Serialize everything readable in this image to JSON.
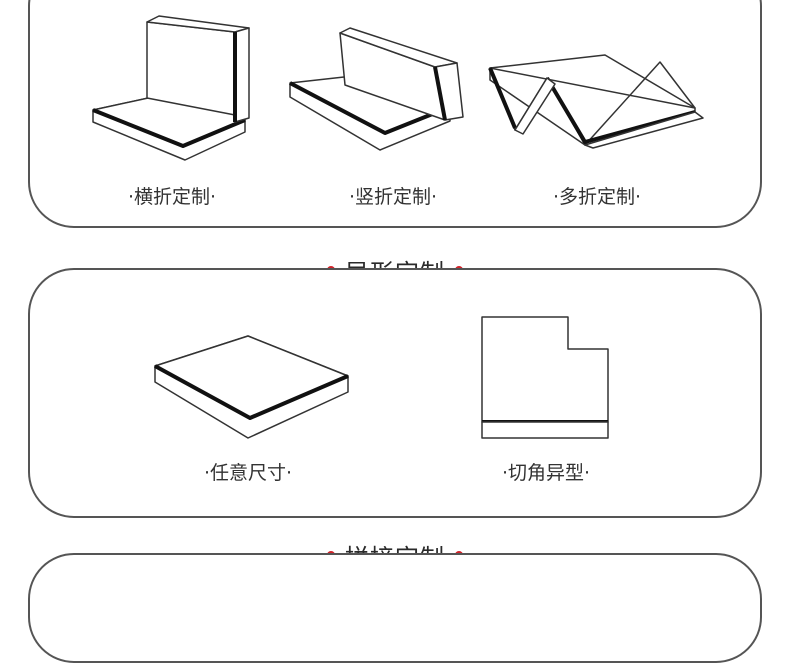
{
  "colors": {
    "accent": "#d2232a",
    "border": "#555555",
    "outline": "#333333"
  },
  "fold_section": {
    "items": [
      {
        "label": "·横折定制·",
        "icon": "horizontal-fold-mattress-icon"
      },
      {
        "label": "·竖折定制·",
        "icon": "vertical-fold-mattress-icon"
      },
      {
        "label": "·多折定制·",
        "icon": "multi-fold-mattress-icon"
      }
    ]
  },
  "shape_section": {
    "title": "异形定制",
    "items": [
      {
        "label": "·任意尺寸·",
        "icon": "any-size-mattress-icon"
      },
      {
        "label": "·切角异型·",
        "icon": "corner-cut-mattress-icon"
      }
    ]
  },
  "splice_section": {
    "title": "拼接定制"
  }
}
